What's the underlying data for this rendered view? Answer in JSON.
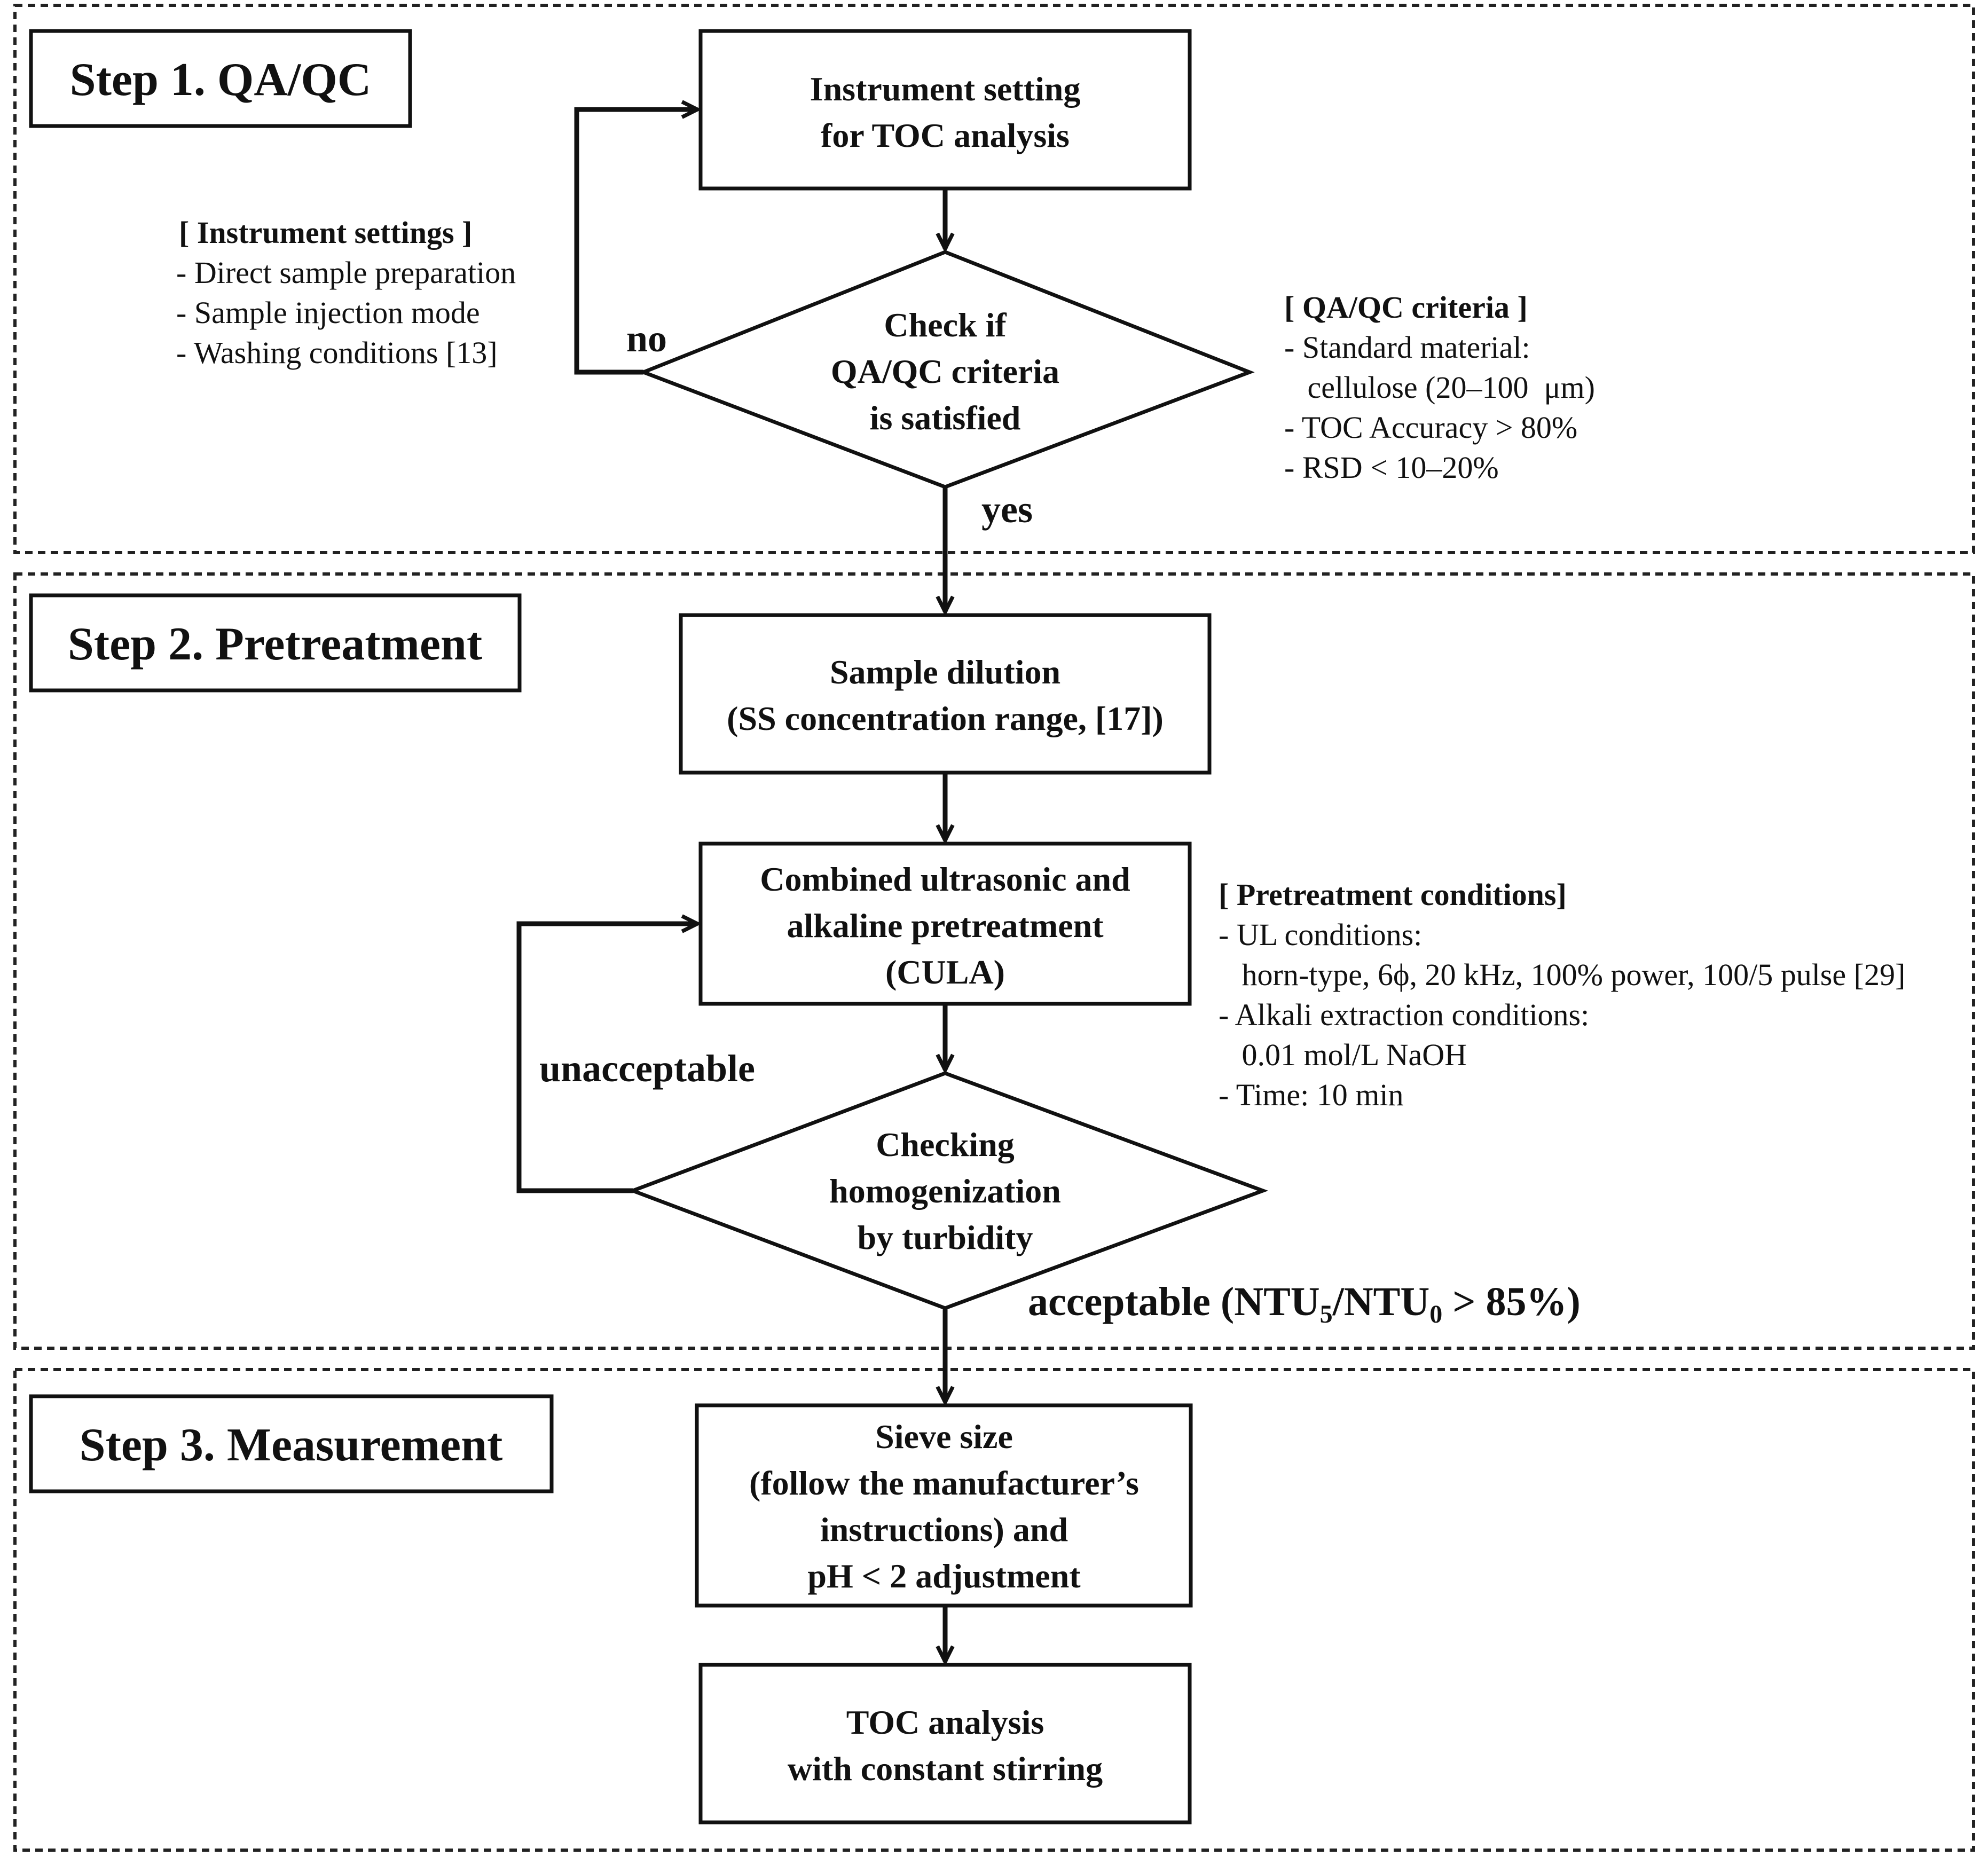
{
  "sections": [
    {
      "label": "Step 1. QA/QC"
    },
    {
      "label": "Step 2. Pretreatment"
    },
    {
      "label": "Step 3. Measurement"
    }
  ],
  "nodes": {
    "instrument_setting": {
      "lines": [
        "Instrument setting",
        "for TOC analysis"
      ]
    },
    "check_qaqc": {
      "lines": [
        "Check if",
        "QA/QC criteria",
        "is satisfied"
      ]
    },
    "sample_dilution": {
      "lines": [
        "Sample dilution",
        "(SS concentration range, [17])"
      ]
    },
    "cula": {
      "lines": [
        "Combined ultrasonic and",
        "alkaline pretreatment",
        "(CULA)"
      ]
    },
    "check_homogenization": {
      "lines": [
        "Checking",
        "homogenization",
        "by turbidity"
      ]
    },
    "sieve": {
      "lines": [
        "Sieve size",
        "(follow the manufacturer’s",
        "instructions) and",
        "pH < 2 adjustment"
      ]
    },
    "toc_analysis": {
      "lines": [
        "TOC analysis",
        "with constant stirring"
      ]
    }
  },
  "edge_labels": {
    "no": "no",
    "yes": "yes",
    "unacceptable": "unacceptable",
    "acceptable_prefix": "acceptable (NTU",
    "acceptable_sub1": "5",
    "acceptable_mid": "/NTU",
    "acceptable_sub2": "0",
    "acceptable_suffix": " > 85%)"
  },
  "notes": {
    "instrument_settings": {
      "title": "[ Instrument settings ]",
      "items": [
        "- Direct sample preparation",
        "- Sample injection mode",
        "- Washing conditions  [13]"
      ]
    },
    "qaqc_criteria": {
      "title": "[ QA/QC criteria ]",
      "items": [
        "- Standard material:",
        "   cellulose (20–100  μm)",
        "- TOC Accuracy > 80%",
        "- RSD < 10–20%"
      ]
    },
    "pretreatment_conditions": {
      "title": "[ Pretreatment conditions]",
      "items": [
        "- UL conditions:",
        "   horn-type, 6ϕ, 20 kHz, 100% power, 100/5 pulse [29]",
        "- Alkali extraction conditions:",
        "   0.01 mol/L NaOH",
        "- Time:  10 min"
      ]
    }
  }
}
